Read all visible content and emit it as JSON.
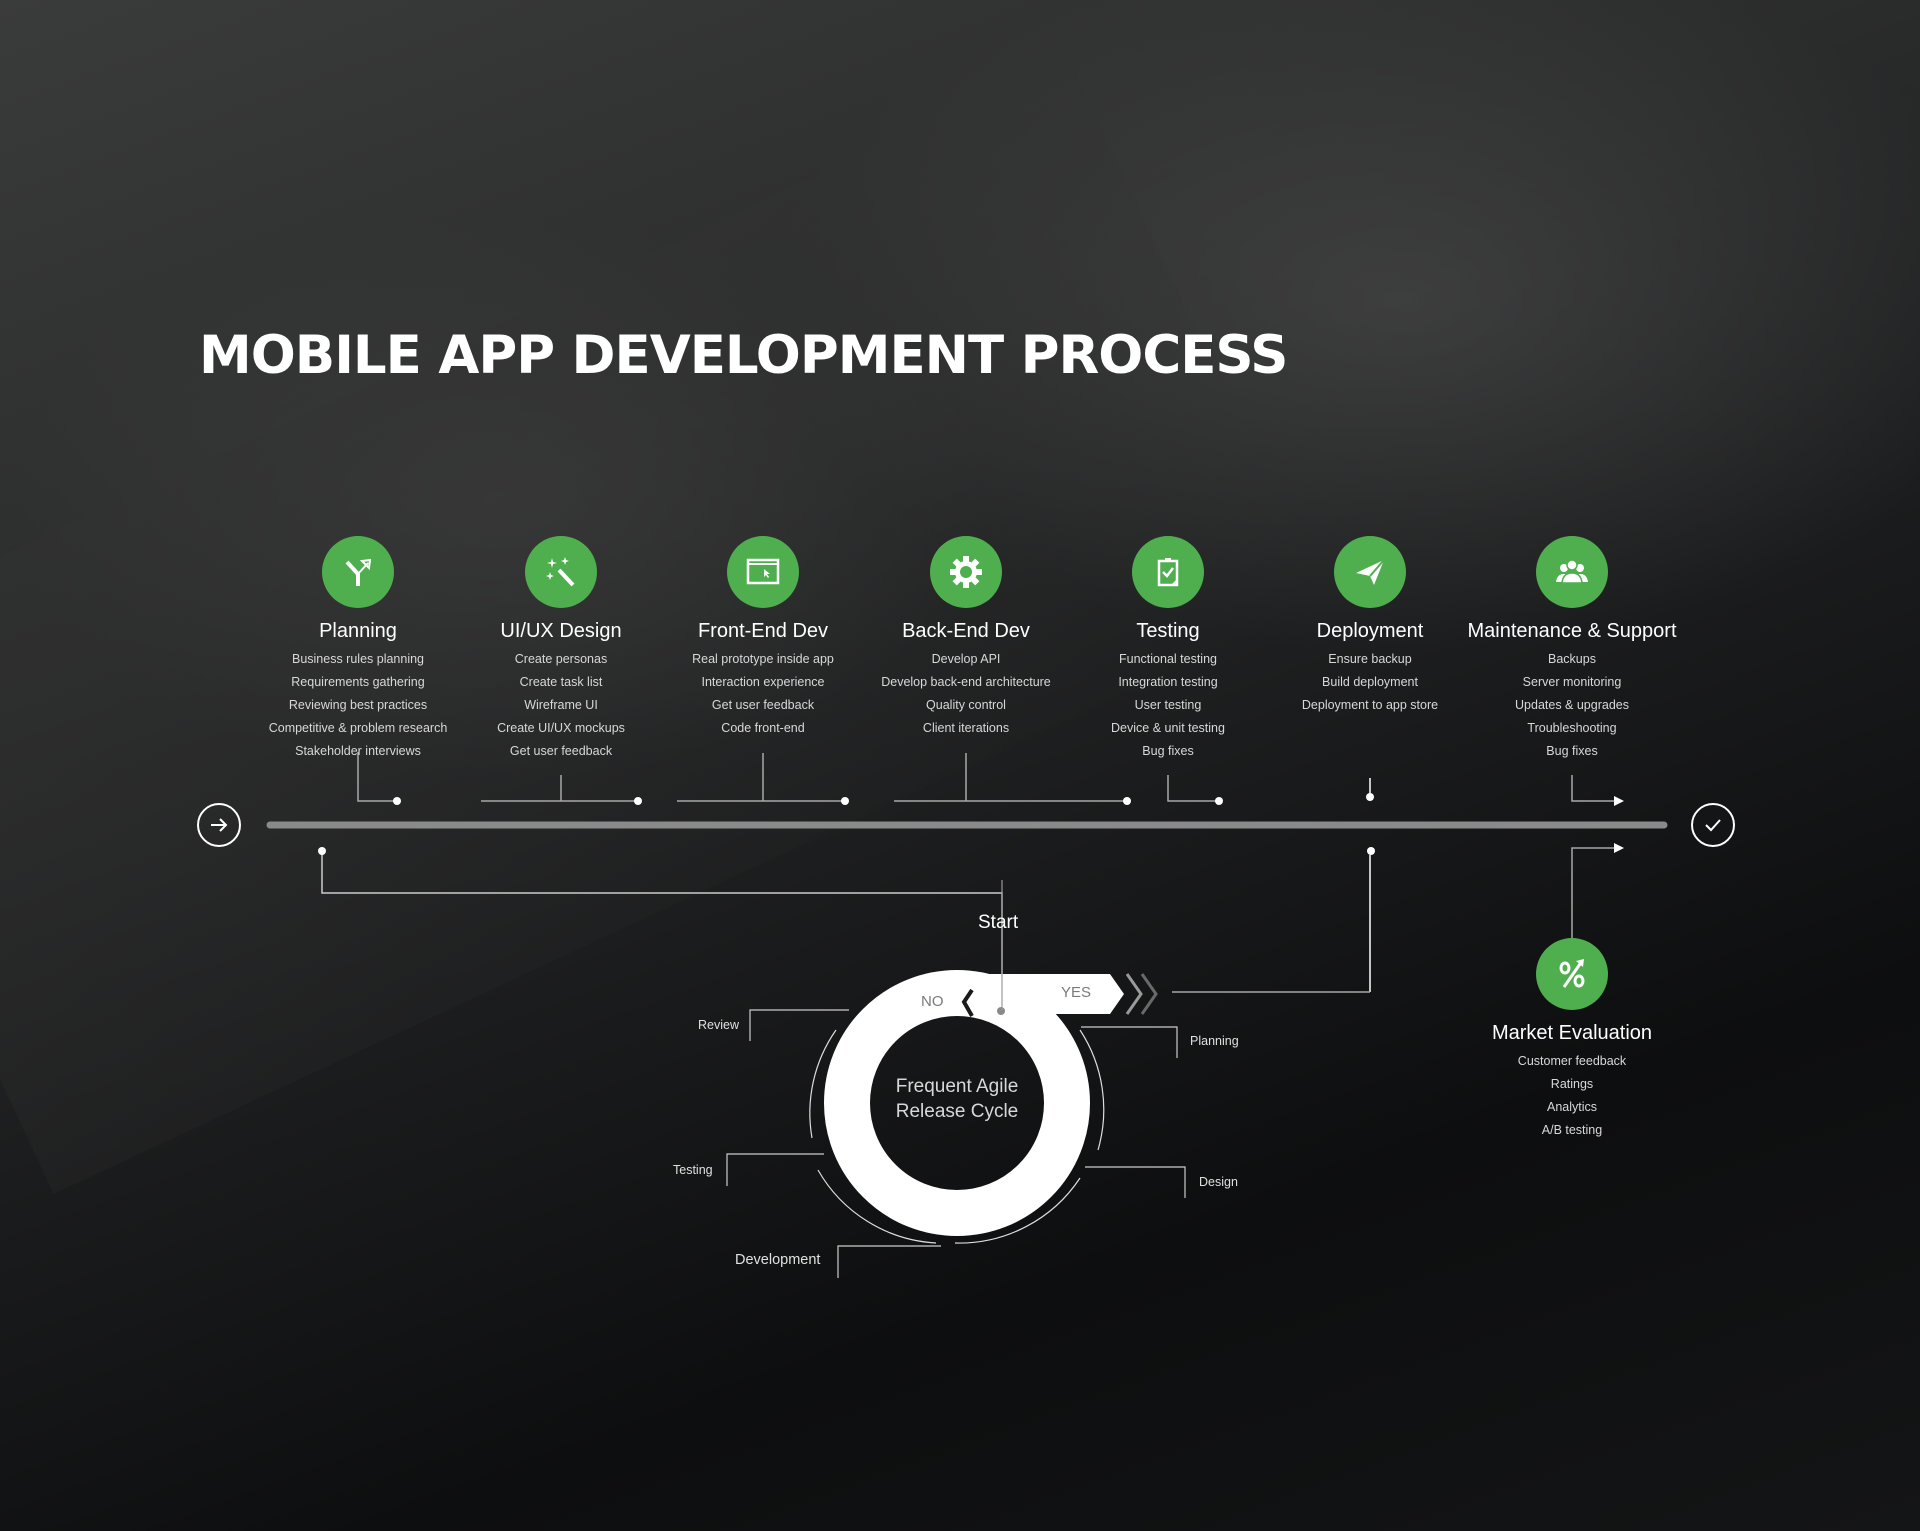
{
  "title": "MOBILE APP DEVELOPMENT PROCESS",
  "colors": {
    "accent": "#4faf4f",
    "text": "#ffffff",
    "subtext": "#d8d8d8",
    "timeline_bar": "#8a8a8a"
  },
  "timeline": {
    "start_icon": "arrow-right-circle-icon",
    "end_icon": "check-circle-icon"
  },
  "steps": [
    {
      "title": "Planning",
      "icon": "fork-arrow-icon",
      "items": [
        "Business rules planning",
        "Requirements gathering",
        "Reviewing best practices",
        "Competitive & problem research",
        "Stakeholder interviews"
      ]
    },
    {
      "title": "UI/UX Design",
      "icon": "magic-wand-icon",
      "items": [
        "Create personas",
        "Create task list",
        "Wireframe UI",
        "Create UI/UX mockups",
        "Get user feedback"
      ]
    },
    {
      "title": "Front-End Dev",
      "icon": "browser-cursor-icon",
      "items": [
        "Real prototype inside app",
        "Interaction experience",
        "Get user feedback",
        "Code front-end"
      ]
    },
    {
      "title": "Back-End Dev",
      "icon": "gear-icon",
      "items": [
        "Develop API",
        "Develop back-end architecture",
        "Quality control",
        "Client iterations"
      ]
    },
    {
      "title": "Testing",
      "icon": "clipboard-check-icon",
      "items": [
        "Functional testing",
        "Integration testing",
        "User testing",
        "Device & unit testing",
        "Bug fixes"
      ]
    },
    {
      "title": "Deployment",
      "icon": "paper-plane-icon",
      "items": [
        "Ensure backup",
        "Build deployment",
        "Deployment to app store"
      ]
    },
    {
      "title": "Maintenance & Support",
      "icon": "users-group-icon",
      "items": [
        "Backups",
        "Server monitoring",
        "Updates & upgrades",
        "Troubleshooting",
        "Bug fixes"
      ]
    }
  ],
  "cycle": {
    "start_label": "Start",
    "center_text_line1": "Frequent Agile",
    "center_text_line2": "Release Cycle",
    "no_label": "NO",
    "yes_label": "YES",
    "phases": {
      "review": "Review",
      "planning": "Planning",
      "testing": "Testing",
      "design": "Design",
      "development": "Development"
    }
  },
  "market_evaluation": {
    "title": "Market Evaluation",
    "icon": "percent-up-icon",
    "items": [
      "Customer feedback",
      "Ratings",
      "Analytics",
      "A/B testing"
    ]
  }
}
